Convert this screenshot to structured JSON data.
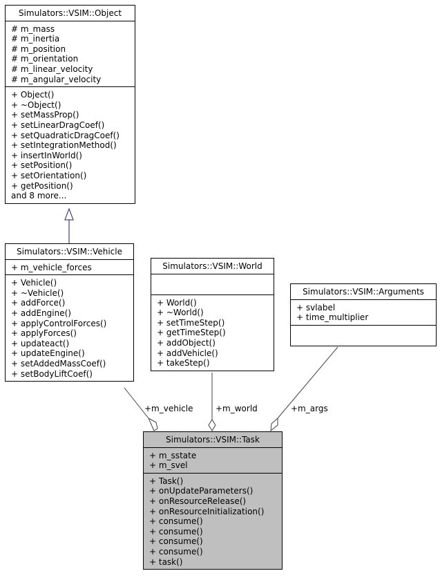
{
  "classes": {
    "object": {
      "name": "Simulators::VSIM::Object",
      "attributes": [
        "# m_mass",
        "# m_inertia",
        "# m_position",
        "# m_orientation",
        "# m_linear_velocity",
        "# m_angular_velocity"
      ],
      "methods": [
        "+ Object()",
        "+ ~Object()",
        "+ setMassProp()",
        "+ setLinearDragCoef()",
        "+ setQuadraticDragCoef()",
        "+ setIntegrationMethod()",
        "+ insertInWorld()",
        "+ setPosition()",
        "+ setOrientation()",
        "+ getPosition()",
        "and 8 more..."
      ]
    },
    "vehicle": {
      "name": "Simulators::VSIM::Vehicle",
      "attributes": [
        "+ m_vehicle_forces"
      ],
      "methods": [
        "+ Vehicle()",
        "+ ~Vehicle()",
        "+ addForce()",
        "+ addEngine()",
        "+ applyControlForces()",
        "+ applyForces()",
        "+ updateact()",
        "+ updateEngine()",
        "+ setAddedMassCoef()",
        "+ setBodyLiftCoef()"
      ]
    },
    "world": {
      "name": "Simulators::VSIM::World",
      "attributes": [],
      "methods": [
        "+ World()",
        "+ ~World()",
        "+ setTimeStep()",
        "+ getTimeStep()",
        "+ addObject()",
        "+ addVehicle()",
        "+ takeStep()"
      ]
    },
    "arguments": {
      "name": "Simulators::VSIM::Arguments",
      "attributes": [
        "+ svlabel",
        "+ time_multiplier"
      ],
      "methods": []
    },
    "task": {
      "name": "Simulators::VSIM::Task",
      "attributes": [
        "+ m_sstate",
        "+ m_svel"
      ],
      "methods": [
        "+ Task()",
        "+ onUpdateParameters()",
        "+ onResourceRelease()",
        "+ onResourceInitialization()",
        "+ consume()",
        "+ consume()",
        "+ consume()",
        "+ consume()",
        "+ task()"
      ]
    }
  },
  "relations": {
    "inheritance": {
      "from": "vehicle",
      "to": "object"
    },
    "aggregations": [
      {
        "owner": "task",
        "member": "vehicle",
        "label": "+m_vehicle"
      },
      {
        "owner": "task",
        "member": "world",
        "label": "+m_world"
      },
      {
        "owner": "task",
        "member": "arguments",
        "label": "+m_args"
      }
    ]
  },
  "colors": {
    "inheritance_line": "#191970",
    "aggregation_line": "#404040",
    "focus_class_fill": "#bfbfbf"
  }
}
